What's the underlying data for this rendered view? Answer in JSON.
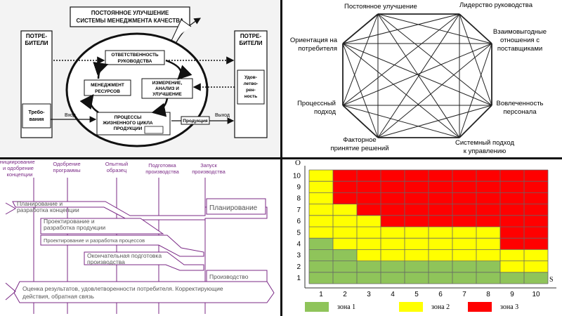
{
  "qms": {
    "title_line1": "ПОСТОЯННОЕ УЛУЧШЕНИЕ",
    "title_line2": "СИСТЕМЫ МЕНЕДЖМЕНТА КАЧЕСТВА",
    "left_consumer_1": "ПОТРЕ-",
    "left_consumer_2": "БИТЕЛИ",
    "right_consumer_1": "ПОТРЕ-",
    "right_consumer_2": "БИТЕЛИ",
    "requirements_1": "Требо-",
    "requirements_2": "вания",
    "satisfaction_1": "Удов-",
    "satisfaction_2": "летво-",
    "satisfaction_3": "рен-",
    "satisfaction_4": "ность",
    "mgmt_resp_1": "ОТВЕТСТВЕННОСТЬ",
    "mgmt_resp_2": "РУКОВОДСТВА",
    "resource_mgmt_1": "МЕНЕДЖМЕНТ",
    "resource_mgmt_2": "РЕСУРСОВ",
    "measurement_1": "ИЗМЕРЕНИЕ,",
    "measurement_2": "АНАЛИЗ И",
    "measurement_3": "УЛУЧШЕНИЕ",
    "product_process_1": "ПРОЦЕССЫ",
    "product_process_2": "ЖИЗНЕННОГО ЦИКЛА",
    "product_process_3": "ПРОДУКЦИИ",
    "input_label": "Вход",
    "output_label": "Выход",
    "product_label": "Продукция"
  },
  "principles": {
    "p1": "Постоянное улучшение",
    "p2": "Лидерство руководства",
    "p3_1": "Ориентация на",
    "p3_2": "потребителя",
    "p4_1": "Взаимовыгодные",
    "p4_2": "отношения с",
    "p4_3": "поставщиками",
    "p5_1": "Процессный",
    "p5_2": "подход",
    "p6_1": "Вовлеченность",
    "p6_2": "персонала",
    "p7_1": "Факторное",
    "p7_2": "принятие решений",
    "p8_1": "Системный подход",
    "p8_2": "к управлению"
  },
  "lifecycle": {
    "h1_1": "Инициирование",
    "h1_2": "и одобрение",
    "h1_3": "концепции",
    "h2_1": "Одобрение",
    "h2_2": "программы",
    "h3_1": "Опытный",
    "h3_2": "образец",
    "h4_1": "Подготовка",
    "h4_2": "производства",
    "h5_1": "Запуск",
    "h5_2": "производства",
    "s1_1": "Планирование и",
    "s1_2": "разработка концепции",
    "s2_1": "Проектирование и",
    "s2_2": "разработка продукции",
    "s3": "Проектирование и разработка процессов",
    "s4_1": "Окончательная подготовка",
    "s4_2": "производства",
    "s5_1": "Оценка результатов, удовлетворенности потребителя. Корректирующие",
    "s5_2": "действия, обратная связь",
    "planning": "Планирование",
    "production": "Производство"
  },
  "risk_chart": {
    "y_axis_label": "O",
    "x_axis_label": "S",
    "legend_zone1": "зона 1",
    "legend_zone2": "зона 2",
    "legend_zone3": "зона 3",
    "colors": {
      "zone1": "#8fc45a",
      "zone2": "#ffff00",
      "zone3": "#ff0000"
    }
  },
  "chart_data": {
    "type": "heatmap",
    "x": [
      1,
      2,
      3,
      4,
      5,
      6,
      7,
      8,
      9,
      10
    ],
    "y": [
      1,
      2,
      3,
      4,
      5,
      6,
      7,
      8,
      9,
      10
    ],
    "xlabel": "S",
    "ylabel": "O",
    "zone_boundaries_by_column": [
      {
        "x": 1,
        "zone1_max_y": 4,
        "zone2_max_y": 10
      },
      {
        "x": 2,
        "zone1_max_y": 3,
        "zone2_max_y": 7
      },
      {
        "x": 3,
        "zone1_max_y": 2,
        "zone2_max_y": 6
      },
      {
        "x": 4,
        "zone1_max_y": 2,
        "zone2_max_y": 5
      },
      {
        "x": 5,
        "zone1_max_y": 2,
        "zone2_max_y": 5
      },
      {
        "x": 6,
        "zone1_max_y": 2,
        "zone2_max_y": 5
      },
      {
        "x": 7,
        "zone1_max_y": 2,
        "zone2_max_y": 5
      },
      {
        "x": 8,
        "zone1_max_y": 2,
        "zone2_max_y": 5
      },
      {
        "x": 9,
        "zone1_max_y": 1,
        "zone2_max_y": 3
      },
      {
        "x": 10,
        "zone1_max_y": 1,
        "zone2_max_y": 3
      }
    ],
    "legend": [
      "зона 1",
      "зона 2",
      "зона 3"
    ]
  }
}
